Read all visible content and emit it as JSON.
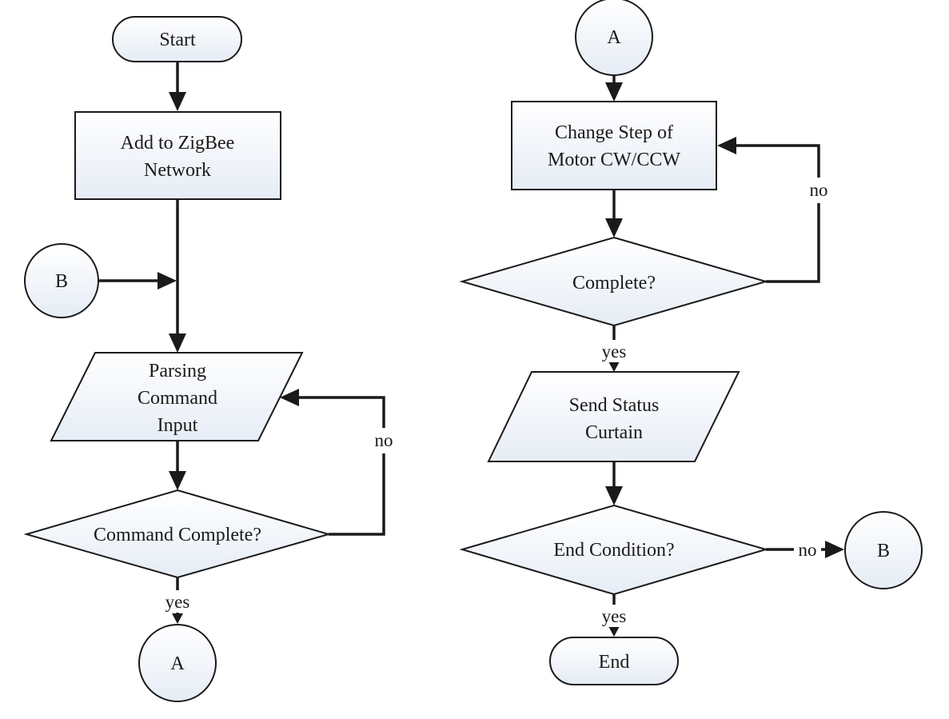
{
  "nodes": {
    "start": "Start",
    "add_network_l1": "Add to ZigBee",
    "add_network_l2": "Network",
    "connector_b_left": "B",
    "parsing_l1": "Parsing",
    "parsing_l2": "Command",
    "parsing_l3": "Input",
    "command_complete": "Command Complete?",
    "connector_a_bottom": "A",
    "connector_a_top": "A",
    "change_step_l1": "Change Step of",
    "change_step_l2": "Motor CW/CCW",
    "complete": "Complete?",
    "send_status_l1": "Send Status",
    "send_status_l2": "Curtain",
    "end_condition": "End Condition?",
    "connector_b_right": "B",
    "end": "End"
  },
  "edges": {
    "command_complete_no": "no",
    "command_complete_yes": "yes",
    "complete_no": "no",
    "complete_yes": "yes",
    "end_condition_no": "no",
    "end_condition_yes": "yes"
  }
}
